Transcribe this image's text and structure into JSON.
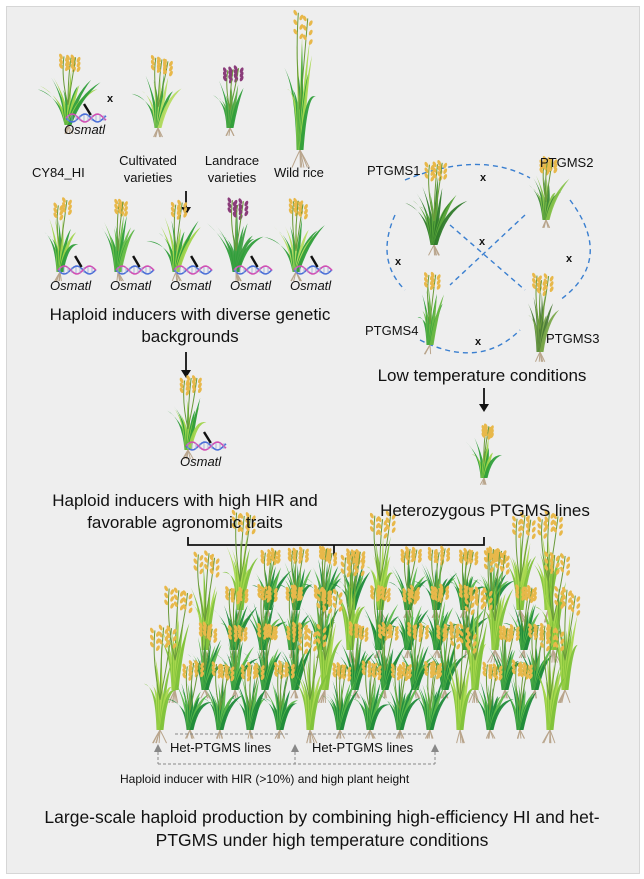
{
  "sources": {
    "cy84": "CY84_HI",
    "cultivated": "Cultivated varieties",
    "landrace": "Landrace varieties",
    "wild": "Wild rice"
  },
  "gene": "Osmatl",
  "cross_symbol": "x",
  "inducers_diverse": "Haploid inducers with diverse genetic backgrounds",
  "inducers_high": "Haploid inducers with high HIR and favorable agronomic traits",
  "ptgms": {
    "p1": "PTGMS1",
    "p2": "PTGMS2",
    "p3": "PTGMS3",
    "p4": "PTGMS4",
    "condition": "Low temperature conditions",
    "result": "Heterozygous PTGMS lines"
  },
  "field": {
    "het_label_1": "Het-PTGMS lines",
    "het_label_2": "Het-PTGMS lines",
    "inducer_label": "Haploid inducer with HIR (>10%) and high plant height"
  },
  "conclusion": "Large-scale haploid production by combining high-efficiency HI and het-PTGMS under high temperature conditions",
  "colors": {
    "panel": "#eeeeee",
    "leaf_light": "#9fd44a",
    "leaf_dark": "#2f9e3a",
    "panicle_gold": "#e8b84a",
    "panicle_purple": "#8a3c7a",
    "root": "#b9a58c",
    "dna_blue": "#4a6fd8",
    "dna_pink": "#d24fb4",
    "cross_line": "#3a7fd0"
  }
}
